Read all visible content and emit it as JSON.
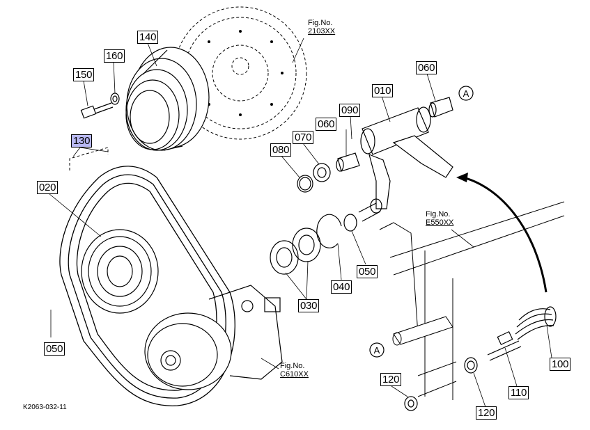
{
  "diagram": {
    "drawing_code": "K2063-032-11",
    "ref_marker": "A",
    "callouts": {
      "p010": "010",
      "p020": "020",
      "p030": "030",
      "p040": "040",
      "p050_right": "050",
      "p050_left": "050",
      "p060_top": "060",
      "p060_mid": "060",
      "p070": "070",
      "p080": "080",
      "p090": "090",
      "p100": "100",
      "p110": "110",
      "p120_left": "120",
      "p120_right": "120",
      "p130": "130",
      "p140": "140",
      "p150": "150",
      "p160": "160"
    },
    "figure_refs": {
      "flywheel": {
        "label": "Fig.No.",
        "number": "2103XX"
      },
      "frame": {
        "label": "Fig.No.",
        "number": "E550XX"
      },
      "pump": {
        "label": "Fig.No.",
        "number": "C610XX"
      }
    },
    "selected_callout": "130",
    "colors": {
      "line": "#000000",
      "selected": "#b9b9f3"
    }
  }
}
